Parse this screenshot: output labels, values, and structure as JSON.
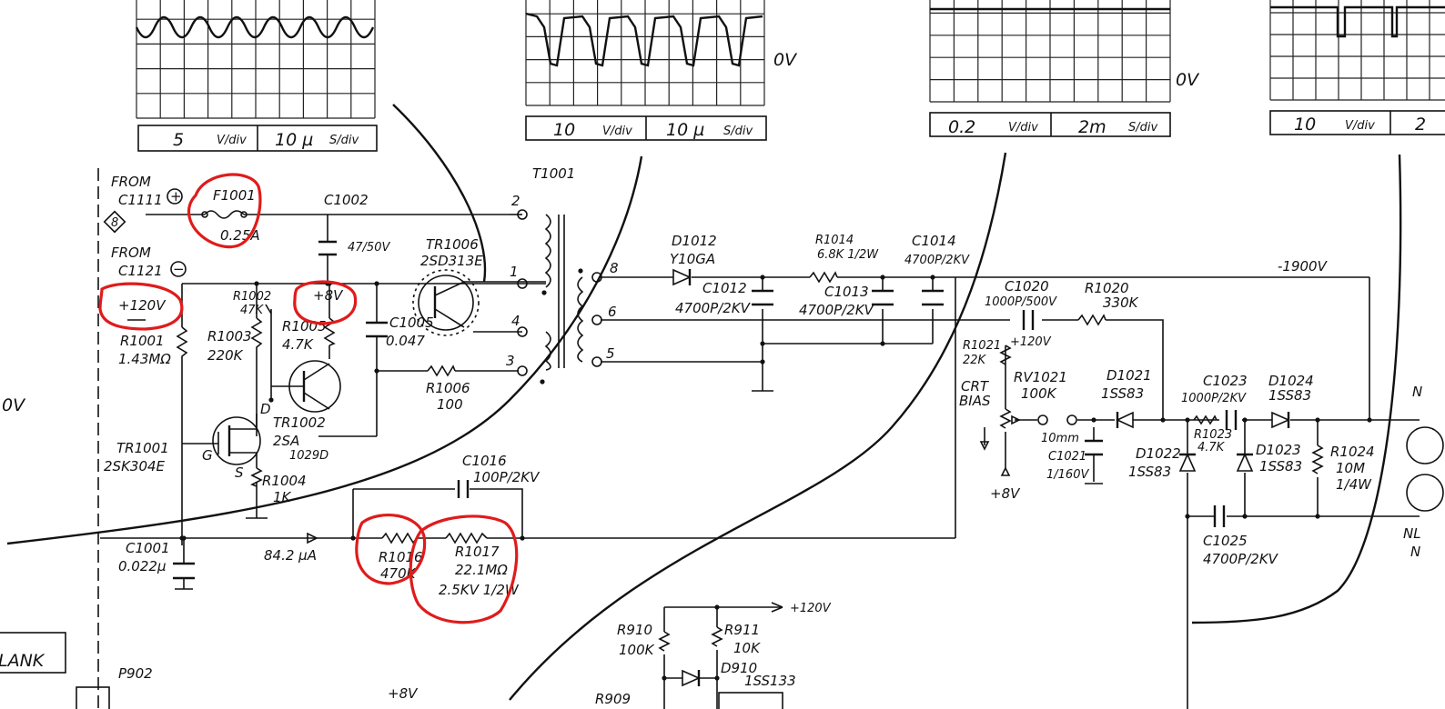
{
  "scopes": [
    {
      "volts_div": "5",
      "v_unit": "V/div",
      "time_div": "10 µ",
      "t_unit": "S/div",
      "zero": ""
    },
    {
      "volts_div": "10",
      "v_unit": "V/div",
      "time_div": "10 µ",
      "t_unit": "S/div",
      "zero": "0V"
    },
    {
      "volts_div": "0.2",
      "v_unit": "V/div",
      "time_div": "2m",
      "t_unit": "S/div",
      "zero": "0V"
    },
    {
      "volts_div": "10",
      "v_unit": "V/div",
      "time_div": "2",
      "t_unit": "",
      "zero": ""
    }
  ],
  "left_zero": "0V",
  "inputs": {
    "from1": "FROM",
    "from1_src": "C1111",
    "plus": "+",
    "diamond": "8",
    "from2": "FROM",
    "from2_src": "C1121",
    "minus": "−"
  },
  "labels": {
    "f1001": "F1001",
    "f1001_val": "0.25A",
    "c1002": "C1002",
    "c1002_val": "47/50V",
    "v120": "+120V",
    "v8": "+8V",
    "t1001": "T1001",
    "tr1006": "TR1006",
    "tr1006_val": "2SD313E",
    "r1002": "R1002",
    "r1002_val": "47K",
    "r1003": "R1003",
    "r1003_val": "220K",
    "r1005": "R1005",
    "r1005_val": "4.7K",
    "c1005": "C1005",
    "c1005_val": "0.047",
    "r1001": "R1001",
    "r1001_val": "1.43MΩ",
    "tr1002": "TR1002",
    "tr1002_val": "2SA",
    "tr1002_val2": "1029D",
    "d_pin": "D",
    "g_pin": "G",
    "s_pin": "S",
    "tr1001": "TR1001",
    "tr1001_val": "2SK304E",
    "r1004": "R1004",
    "r1004_val": "1K",
    "r1006": "R1006",
    "r1006_val": "100",
    "c1016": "C1016",
    "c1016_val": "100P/2KV",
    "r1016": "R1016",
    "r1016_val": "470K",
    "r1017": "R1017",
    "r1017_val": "22.1MΩ",
    "r1017_val2": "2.5KV 1/2W",
    "c1001": "C1001",
    "c1001_val": "0.022µ",
    "current": "84.2 µA",
    "pin8": "8",
    "pin6": "6",
    "pin5": "5",
    "pin2": "2",
    "pin1": "1",
    "pin4": "4",
    "pin3": "3",
    "d1012": "D1012",
    "d1012_val": "Y10GA",
    "c1012": "C1012",
    "c1012_val": "4700P/2KV",
    "r1014": "R1014",
    "r1014_val": "6.8K 1/2W",
    "c1013": "C1013",
    "c1013_val": "4700P/2KV",
    "c1014": "C1014",
    "c1014_val": "4700P/2KV",
    "v1900": "-1900V",
    "c1020": "C1020",
    "c1020_val": "1000P/500V",
    "r1020": "R1020",
    "r1020_val": "330K",
    "r1021": "R1021",
    "r1021_val": "22K",
    "v120b": "+120V",
    "crt": "CRT",
    "bias": "BIAS",
    "rv1021": "RV1021",
    "rv1021_val": "100K",
    "d1021": "D1021",
    "d1021_val": "1SS83",
    "c1023": "C1023",
    "c1023_val": "1000P/2KV",
    "d1024": "D1024",
    "d1024_val": "1SS83",
    "r1023": "R1023",
    "r1023_val": "4.7K",
    "d1022": "D1022",
    "d1022_val": "1SS83",
    "d1023": "D1023",
    "d1023_val": "1SS83",
    "r1024": "R1024",
    "r1024_val": "10M",
    "r1024_val2": "1/4W",
    "c1021": "C1021",
    "c1021_val": "1/160V",
    "mm": "10mm",
    "v8b": "+8V",
    "c1025": "C1025",
    "c1025_val": "4700P/2KV",
    "n1": "N",
    "nl": "NL",
    "nl2": "N",
    "v120c": "+120V",
    "r910": "R910",
    "r910_val": "100K",
    "r911": "R911",
    "r911_val": "10K",
    "d910": "D910",
    "d910_val": "1SS133",
    "r909": "R909",
    "v8c": "+8V",
    "p902": "P902",
    "lank": "LANK"
  }
}
